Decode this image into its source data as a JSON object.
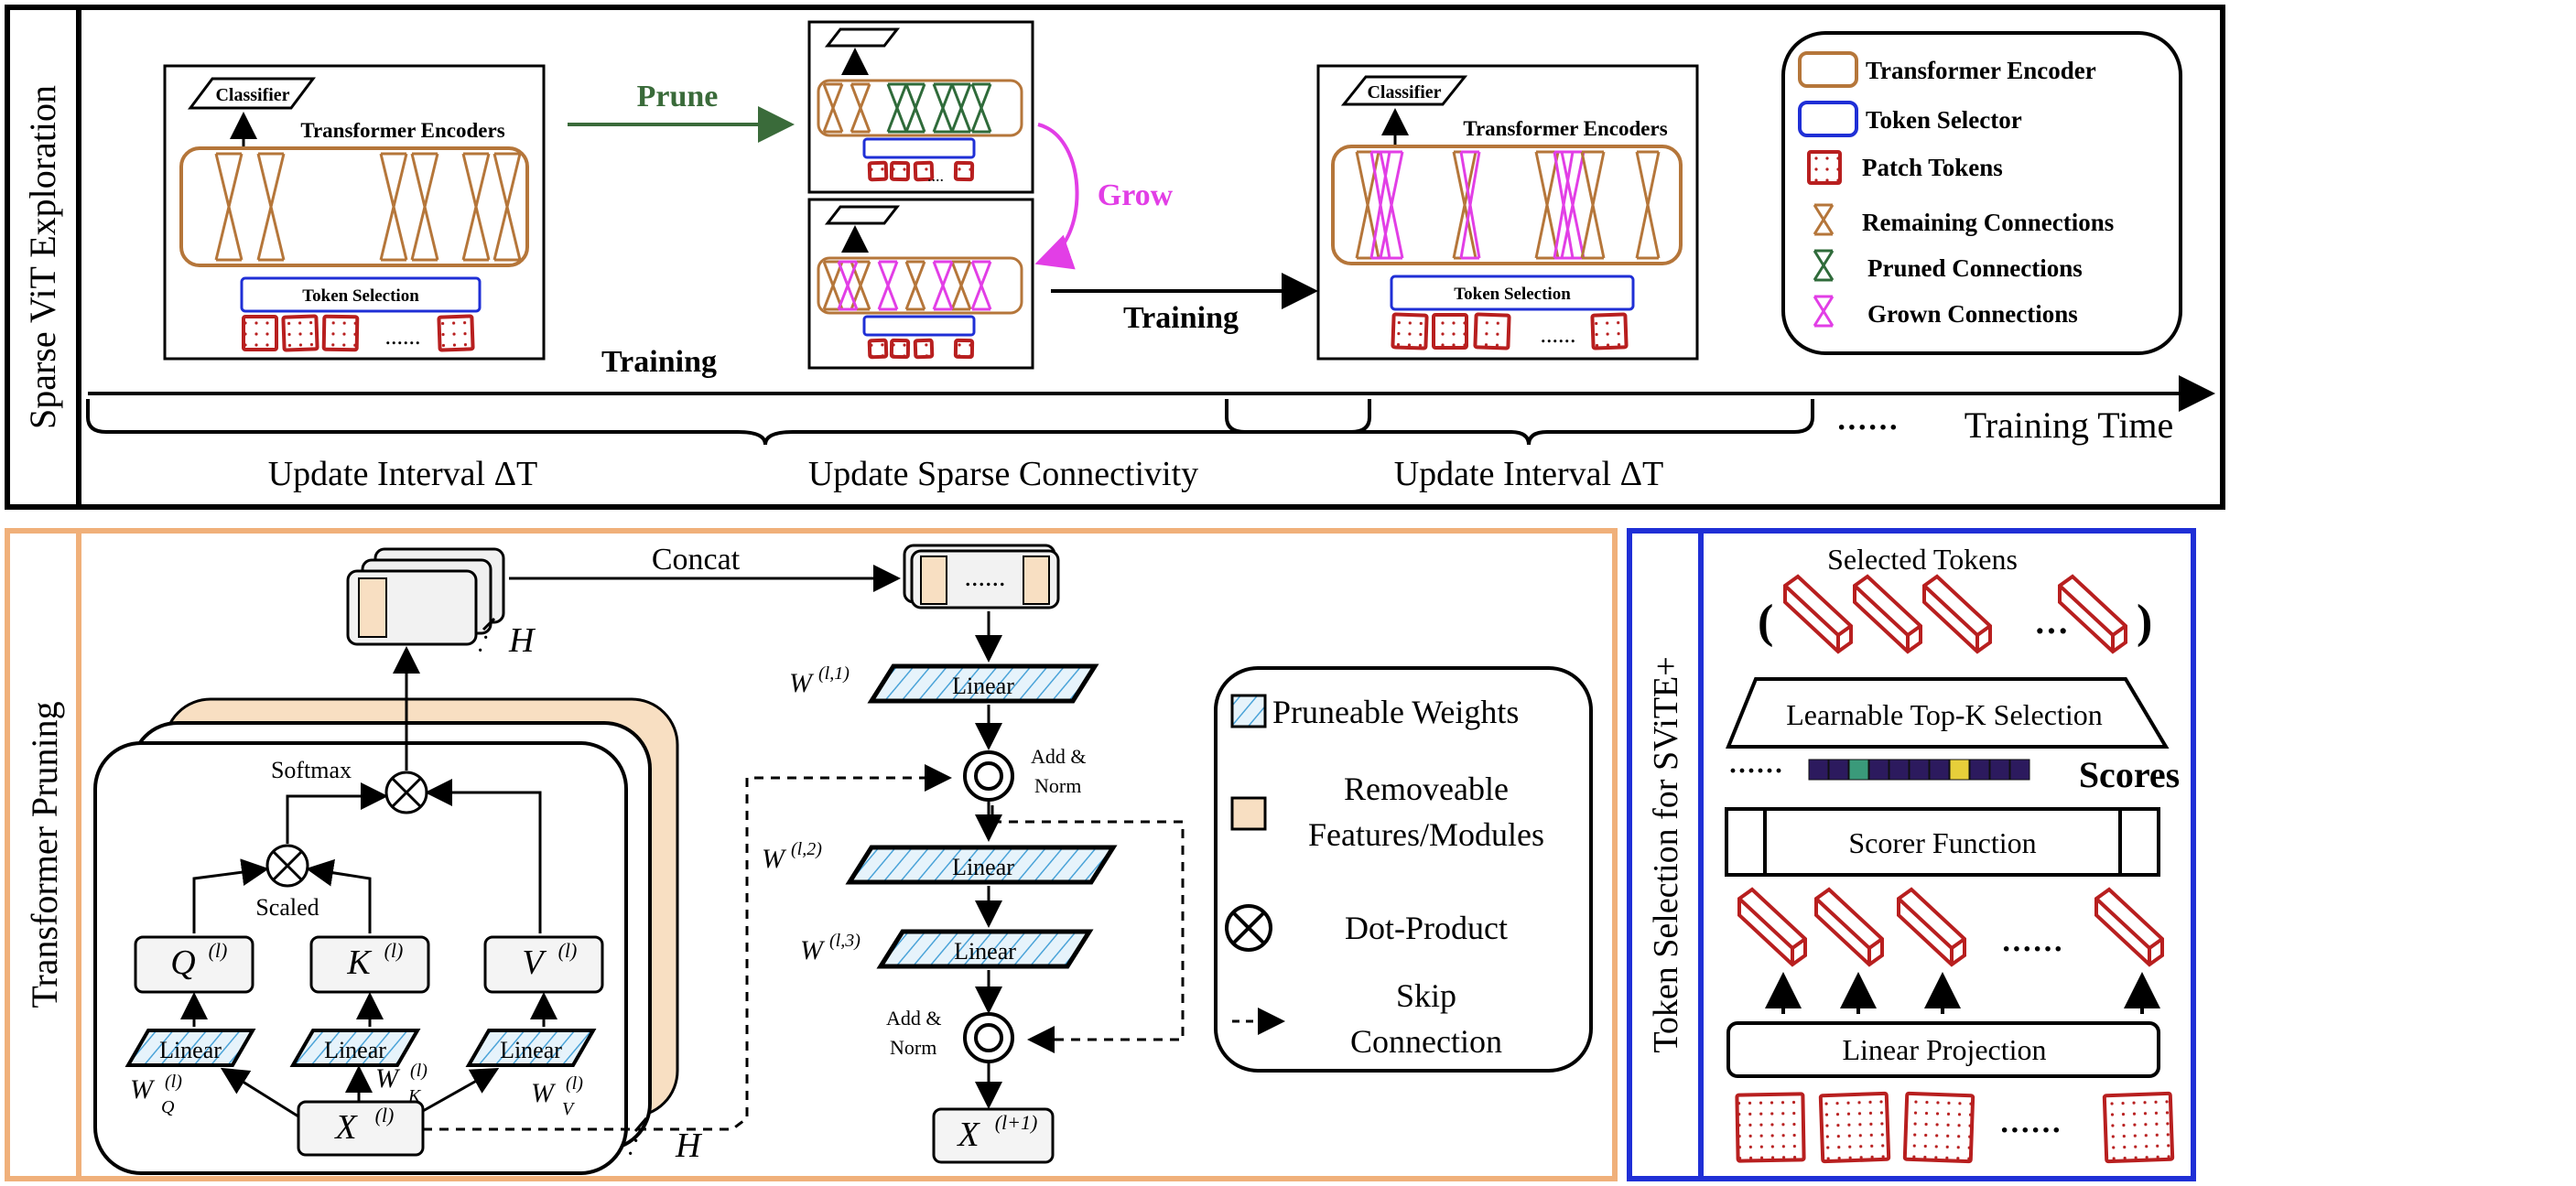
{
  "top_panel": {
    "side_label": "Sparse ViT Exploration",
    "left_model": {
      "classifier": "Classifier",
      "encoders": "Transformer Encoders",
      "token_selection": "Token Selection",
      "dots": "......"
    },
    "right_model": {
      "classifier": "Classifier",
      "encoders": "Transformer Encoders",
      "token_selection": "Token Selection",
      "dots": "......"
    },
    "prune_label": "Prune",
    "grow_label": "Grow",
    "training_left": "Training",
    "training_right": "Training",
    "mini_dots": "....",
    "timeline": {
      "interval_1": "Update Interval  ΔT",
      "sparse": "Update Sparse Connectivity",
      "interval_2": "Update Interval  ΔT",
      "ellipsis": "······",
      "axis_label": "Training Time"
    },
    "legend": {
      "transformer_encoder": "Transformer Encoder",
      "token_selector": "Token Selector",
      "patch_tokens": "Patch Tokens",
      "remaining": "Remaining Connections",
      "pruned": "Pruned Connections",
      "grown": "Grown Connections"
    }
  },
  "pruning_panel": {
    "side_label": "Transformer Pruning",
    "concat": "Concat",
    "head_count": "H",
    "softmax": "Softmax",
    "scaled": "Scaled",
    "q": "Q",
    "k": "K",
    "v": "V",
    "l_sup": "(l)",
    "linear": "Linear",
    "wq": "W",
    "wq_sub": "Q",
    "wk": "W",
    "wk_sub": "K",
    "wv": "W",
    "wv_sub": "V",
    "x": "X",
    "x_out_sup": "(l+1)",
    "w1": "W",
    "w1_sup": "(l,1)",
    "w2": "W",
    "w2_sup": "(l,2)",
    "w3": "W",
    "w3_sup": "(l,3)",
    "add_norm_top": [
      "Add &",
      "Norm"
    ],
    "add_norm_bottom": [
      "Add &",
      "Norm"
    ],
    "concat_dots": "......",
    "legend": {
      "pruneable": "Pruneable Weights",
      "removeable_1": "Removeable",
      "removeable_2": "Features/Modules",
      "dot_product": "Dot-Product",
      "skip_1": "Skip",
      "skip_2": "Connection"
    }
  },
  "selection_panel": {
    "side_label": "Token Selection for SViTE+",
    "selected_tokens": "Selected Tokens",
    "paren_open": "(",
    "paren_close": ")",
    "dots": "···",
    "topk": "Learnable Top-K Selection",
    "scores": "Scores",
    "scores_dots": "······",
    "scorer": "Scorer Function",
    "token_dots": "······",
    "linear_projection": "Linear Projection",
    "patch_dots": "······"
  },
  "colors": {
    "encoder": "#b5763a",
    "selector": "#1f2fd6",
    "patch": "#b81f1f",
    "pruned": "#2f6b3a",
    "grown": "#e23ee6",
    "prune_arrow": "#3a6b3a",
    "orange_fill": "#f8dfc2",
    "orange_border": "#f0b07a",
    "blue_border": "#1f2fd6",
    "hatch": "#4aa3d8"
  }
}
